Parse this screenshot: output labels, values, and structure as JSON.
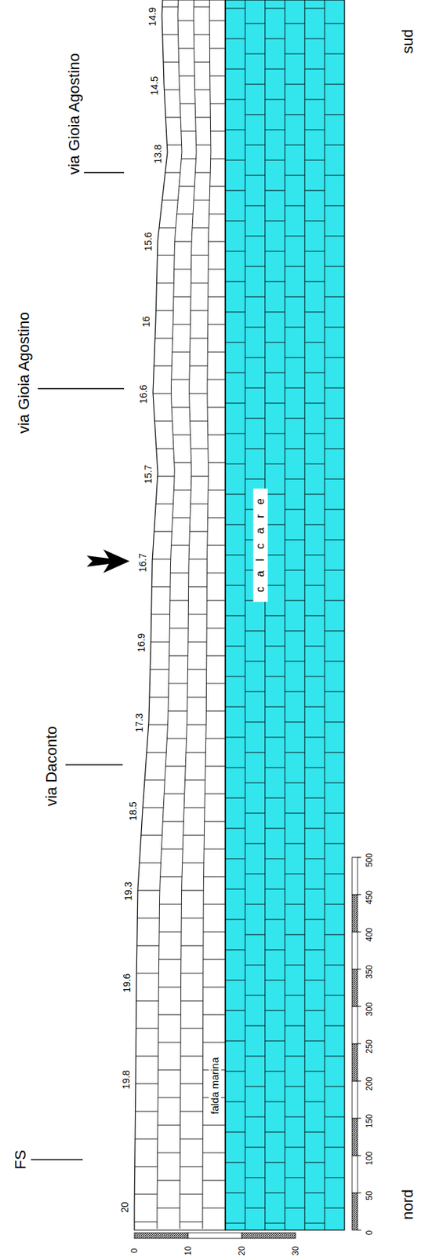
{
  "diagram": {
    "nodes": [
      {
        "text": [
          "calcare"
        ]
      }
    ],
    "labels": [
      "via Gioia Agostino",
      "via Gioia Agostino",
      "via Daconto",
      "FS",
      "14.9",
      "14.5",
      "13.8",
      "15.6",
      "16",
      "16.6",
      "15.7",
      "16.7",
      "16.9",
      "17.3",
      "18.5",
      "19.3",
      "19.6",
      "19.8",
      "20",
      "falda marina",
      "0",
      "10",
      "20",
      "30",
      "0",
      "50",
      "100",
      "150",
      "200",
      "250",
      "300",
      "350",
      "400",
      "450",
      "500",
      "nord",
      "sud"
    ]
  }
}
